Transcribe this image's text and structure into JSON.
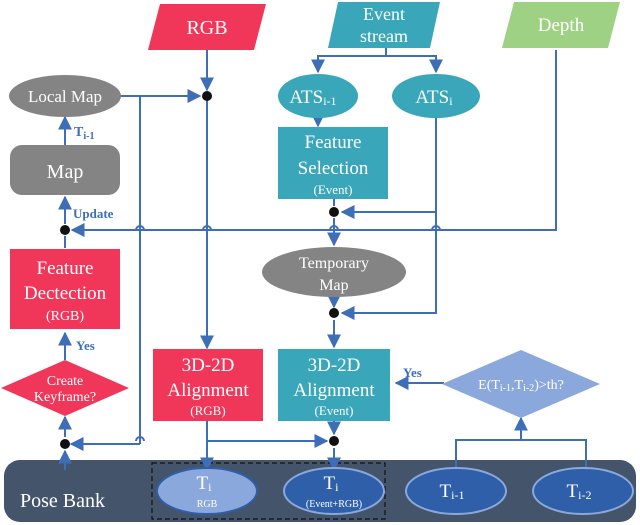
{
  "nodes": {
    "rgb": {
      "label": "RGB"
    },
    "event_stream": {
      "line1": "Event",
      "line2": "stream"
    },
    "depth": {
      "label": "Depth"
    },
    "local_map": {
      "label": "Local Map"
    },
    "ats_prev": {
      "base": "ATS",
      "sub": "i-1"
    },
    "ats_curr": {
      "base": "ATS",
      "sub": "i"
    },
    "map": {
      "label": "Map"
    },
    "feature_selection": {
      "line1": "Feature",
      "line2": "Selection",
      "line3": "(Event)"
    },
    "temporary_map": {
      "line1": "Temporary",
      "line2": "Map"
    },
    "feature_detection": {
      "line1": "Feature",
      "line2": "Dectection",
      "line3": "(RGB)"
    },
    "create_keyframe": {
      "line1": "Create",
      "line2": "Keyframe?"
    },
    "align_rgb": {
      "line1": "3D-2D",
      "line2": "Alignment",
      "line3": "(RGB)"
    },
    "align_event": {
      "line1": "3D-2D",
      "line2": "Alignment",
      "line3": "(Event)"
    },
    "energy_check": {
      "text": "E(T",
      "sub1": "i-1",
      "mid": ",T",
      "sub2": "i-2",
      "tail": ")>th?"
    },
    "pose_bank": {
      "label": "Pose Bank"
    },
    "t_rgb": {
      "base": "T",
      "sub": "i",
      "caption": "RGB"
    },
    "t_event_rgb": {
      "base": "T",
      "sub": "i",
      "caption": "(Event+RGB)"
    },
    "t_prev": {
      "base": "T",
      "sub": "i-1"
    },
    "t_prev2": {
      "base": "T",
      "sub": "i-2"
    }
  },
  "edges": {
    "t_label": {
      "base": "T",
      "sub": "i-1"
    },
    "update": "Update",
    "yes_left": "Yes",
    "yes_right": "Yes"
  },
  "colors": {
    "red": "#f0375a",
    "teal": "#3aa6b9",
    "green": "#9fd184",
    "gray": "#848484",
    "blue_line": "#3e6eb8",
    "light_blue": "#8aa8dc",
    "pose_bank": "#44546a",
    "ellipse_blue": "#2e5fa8"
  }
}
